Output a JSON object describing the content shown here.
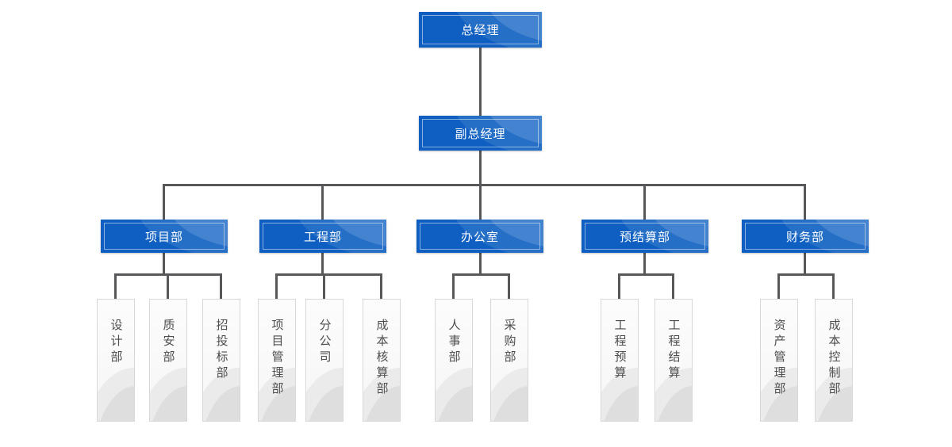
{
  "diagram": {
    "type": "org-chart",
    "root": {
      "label": "总经理"
    },
    "deputy": {
      "label": "副总经理"
    },
    "departments": [
      {
        "label": "项目部",
        "children": [
          {
            "label": "设计部"
          },
          {
            "label": "质安部"
          },
          {
            "label": "招投标部"
          }
        ]
      },
      {
        "label": "工程部",
        "children": [
          {
            "label": "项目管理部"
          },
          {
            "label": "分公司"
          },
          {
            "label": "成本核算部"
          }
        ]
      },
      {
        "label": "办公室",
        "children": [
          {
            "label": "人事部"
          },
          {
            "label": "采购部"
          }
        ]
      },
      {
        "label": "预结算部",
        "children": [
          {
            "label": "工程预算"
          },
          {
            "label": "工程结算"
          }
        ]
      },
      {
        "label": "财务部",
        "children": [
          {
            "label": "资产管理部"
          },
          {
            "label": "成本控制部"
          }
        ]
      }
    ],
    "colors": {
      "node_blue": "#0e5fc1",
      "node_text": "#ffffff",
      "connector": "#58585a",
      "leaf_bg": "#f9f9f9",
      "leaf_border": "#d8d8d8",
      "leaf_text": "#4d4d4d"
    }
  }
}
